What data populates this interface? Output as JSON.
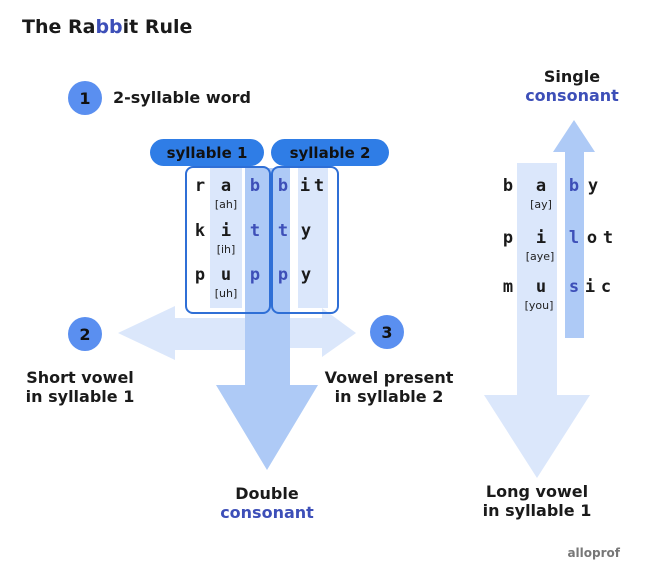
{
  "title": {
    "pre": "The Ra",
    "highlight": "bb",
    "post": "it Rule"
  },
  "steps": [
    {
      "number": "1",
      "label": "2-syllable word"
    },
    {
      "number": "2",
      "label_line1": "Short vowel",
      "label_line2": "in syllable 1"
    },
    {
      "number": "3",
      "label_line1": "Vowel present",
      "label_line2": "in syllable 2"
    }
  ],
  "pills": {
    "syllable1": "syllable 1",
    "syllable2": "syllable 2"
  },
  "double": {
    "line1": "Double",
    "line2": "consonant"
  },
  "single": {
    "line1": "Single",
    "line2": "consonant"
  },
  "long_vowel": {
    "line1": "Long vowel",
    "line2": "in syllable 1"
  },
  "double_words": [
    {
      "letters": [
        "r",
        "a",
        "b",
        "b",
        "i",
        "t"
      ],
      "sound": "[ah]"
    },
    {
      "letters": [
        "k",
        "i",
        "t",
        "t",
        "y"
      ],
      "sound": "[ih]"
    },
    {
      "letters": [
        "p",
        "u",
        "p",
        "p",
        "y"
      ],
      "sound": "[uh]"
    }
  ],
  "single_words": [
    {
      "letters": [
        "b",
        "a",
        "b",
        "y"
      ],
      "sound": "[ay]"
    },
    {
      "letters": [
        "p",
        "i",
        "l",
        "o",
        "t"
      ],
      "sound": "[aye]"
    },
    {
      "letters": [
        "m",
        "u",
        "s",
        "i",
        "c"
      ],
      "sound": "[you]"
    }
  ],
  "colors": {
    "accent": "#3d4fb8",
    "pill": "#2f7de6",
    "circle": "#5a8ff0",
    "arrow_light": "#dbe7fb",
    "arrow_mid": "#aecaf6"
  },
  "logo": "alloprof"
}
